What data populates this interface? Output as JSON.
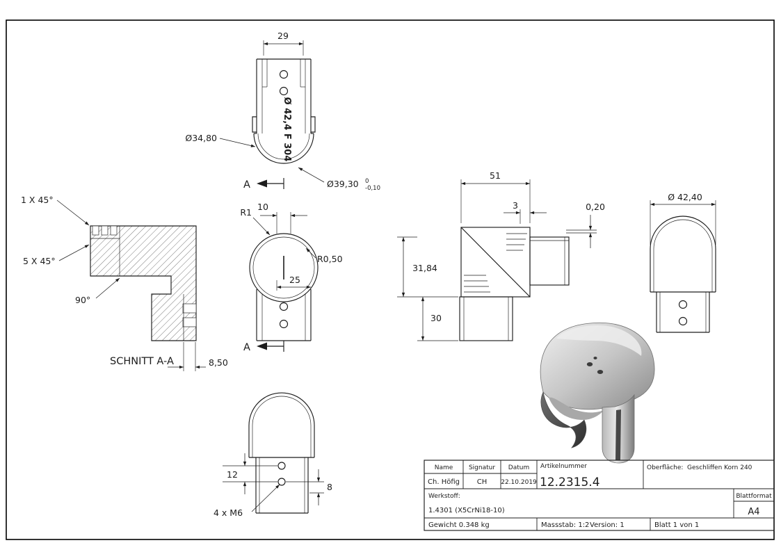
{
  "colors": {
    "line": "#1c1c1c",
    "paper": "#ffffff",
    "render_gray": "#c6c6c6"
  },
  "views": {
    "front": {
      "dim_width": "29",
      "dim_outer": "Ø34,80",
      "dim_lower": "Ø39,30",
      "tol_upper": "0",
      "tol_lower": "-0,10",
      "marking": "Ø 42,4 F 304"
    },
    "section": {
      "label": "SCHNITT A-A",
      "chamfer_small": "1 X 45°",
      "chamfer_large": "5 X 45°",
      "angle": "90°",
      "dim_depth": "8,50"
    },
    "top": {
      "marker_top": "A",
      "marker_bottom": "A",
      "dim_slot": "10",
      "radius_outer": "R1",
      "radius_inner": "R0,50",
      "dim_width": "25"
    },
    "side": {
      "dim_length": "51",
      "dim_offset": "3",
      "dim_gap": "0,20",
      "dim_height": "31,84",
      "dim_stub": "30"
    },
    "end": {
      "dim_dia": "Ø 42,40"
    },
    "bottom": {
      "dim_spacing": "12",
      "dim_edge": "8",
      "thread_note": "4 x M6"
    }
  },
  "title_block": {
    "col_name": "Name",
    "col_signatur": "Signatur",
    "col_datum": "Datum",
    "col_artikelnummer": "Artikelnummer",
    "oberflaeche_label": "Oberfläche:",
    "oberflaeche_value": "Geschliffen Korn 240",
    "name": "Ch. Höfig",
    "signatur": "CH",
    "datum": "22.10.2019",
    "artikelnummer": "12.2315.4",
    "werkstoff_label": "Werkstoff:",
    "werkstoff": "1.4301 (X5CrNi18-10)",
    "blattformat_label": "Blattformat",
    "blattformat": "A4",
    "gewicht": "Gewicht 0.348 kg",
    "massstab": "Massstab: 1:2",
    "version": "Version: 1",
    "blatt": "Blatt 1 von 1"
  }
}
